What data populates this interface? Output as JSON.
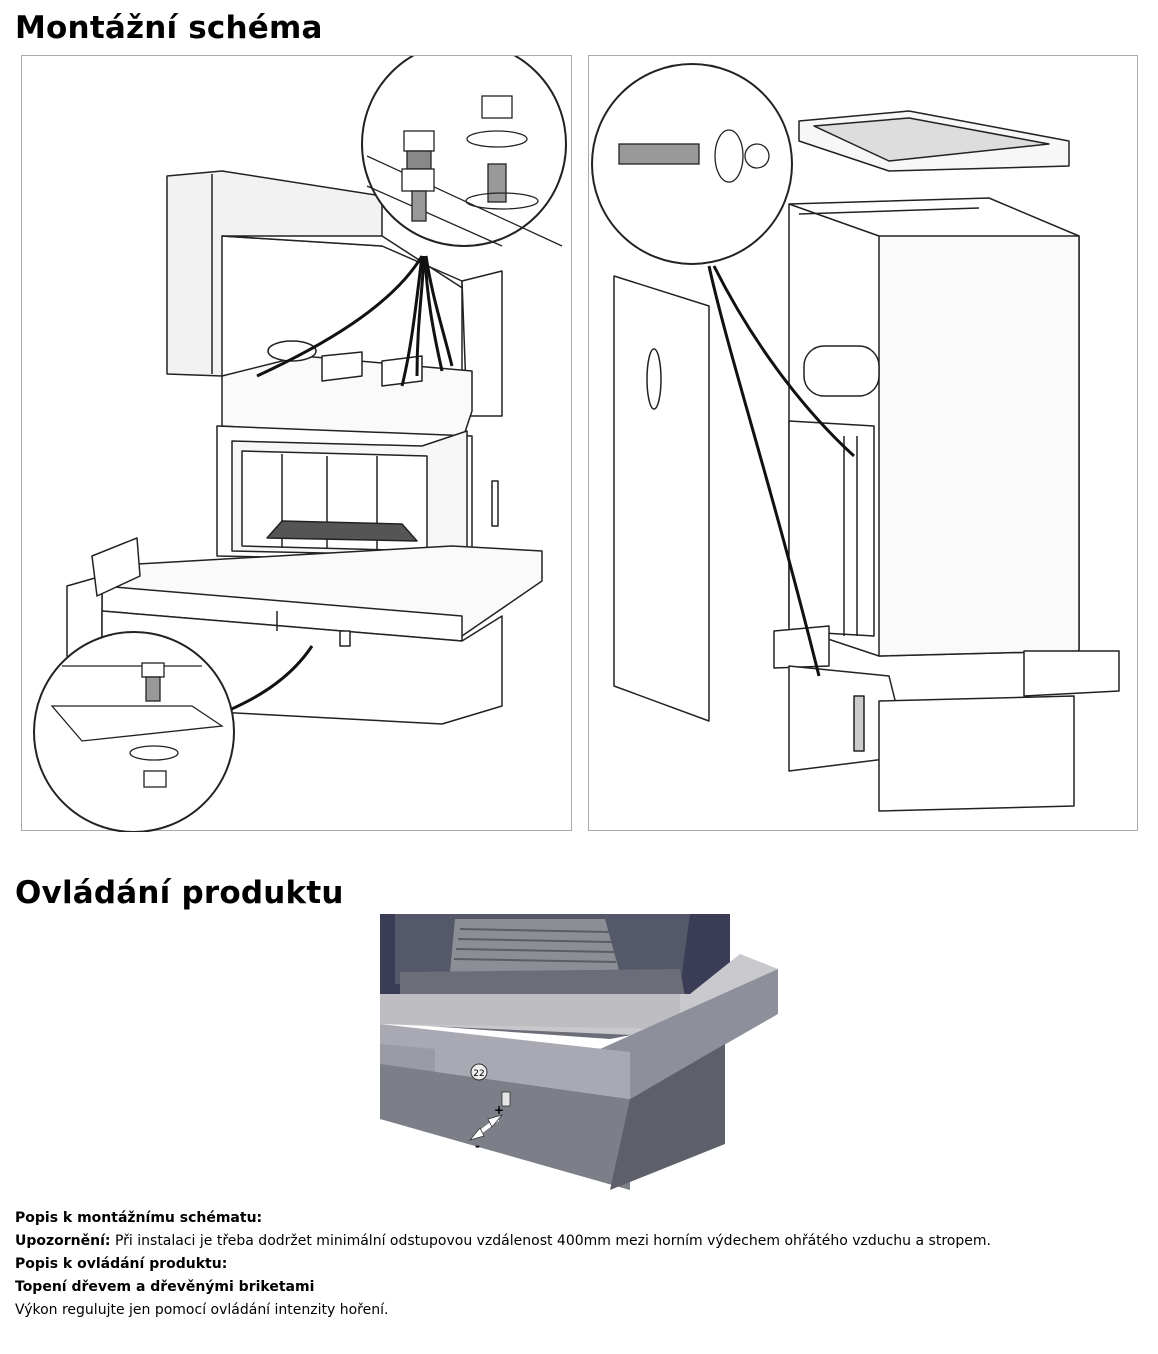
{
  "headings": {
    "assembly": "Montážní schéma",
    "control": "Ovládání produktu"
  },
  "control_image": {
    "marker_label": "22",
    "plus_label": "+",
    "minus_label": "-"
  },
  "description": {
    "assembly_title": "Popis k montážnímu schématu:",
    "warning_label": "Upozornění:",
    "warning_text": " Při instalaci je třeba dodržet minimální odstupovou vzdálenost 400mm mezi horním výdechem ohřátého vzduchu a stropem.",
    "control_title": "Popis k ovládání produktu:",
    "wood_title": "Topení dřevem a dřevěnými briketami",
    "wood_text": "Výkon regulujte jen pomocí ovládání intenzity hoření."
  }
}
